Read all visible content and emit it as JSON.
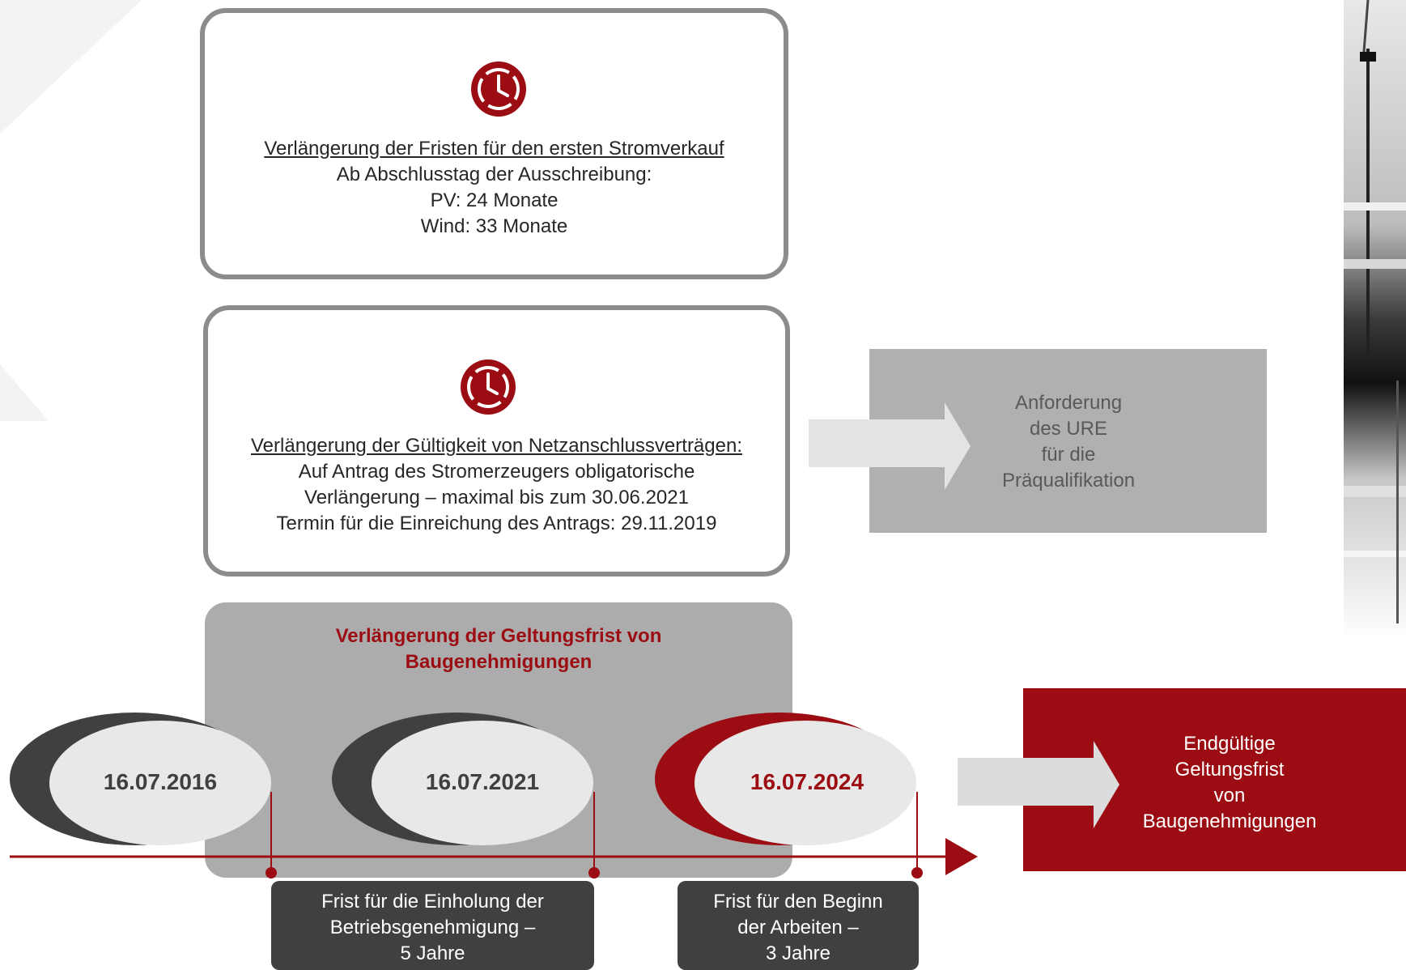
{
  "card_top": {
    "icon": "clock-icon",
    "heading": "Verlängerung der Fristen für den ersten Stromverkauf",
    "lines": [
      "Ab Abschlusstag der Ausschreibung:",
      "PV: 24 Monate",
      "Wind: 33 Monate"
    ]
  },
  "card_middle": {
    "icon": "clock-icon",
    "heading": "Verlängerung der Gültigkeit von Netzanschlussverträgen:",
    "lines": [
      "Auf Antrag des Stromerzeugers  obligatorische",
      "Verlängerung – maximal bis zum 30.06.2021",
      "Termin für die Einreichung des Antrags: 29.11.2019"
    ]
  },
  "ure_box": {
    "lines": [
      "Anforderung",
      "des URE",
      "für die",
      "Präqualifikation"
    ]
  },
  "panel": {
    "title_lines": [
      "Verlängerung der Geltungsfrist von",
      "Baugenehmigungen"
    ]
  },
  "dates": [
    "16.07.2016",
    "16.07.2021",
    "16.07.2024"
  ],
  "callouts": [
    {
      "lines": [
        "Frist für die Einholung der",
        "Betriebsgenehmigung –",
        "5 Jahre"
      ]
    },
    {
      "lines": [
        "Frist für den Beginn",
        "der Arbeiten –",
        "3 Jahre"
      ]
    }
  ],
  "final_box": {
    "lines": [
      "Endgültige",
      "Geltungsfrist",
      "von",
      "Baugenehmigungen"
    ]
  },
  "colors": {
    "accent_red": "#9b0d12",
    "dark_grey": "#404040",
    "mid_grey": "#acacac",
    "light_grey": "#dcdcdc"
  }
}
